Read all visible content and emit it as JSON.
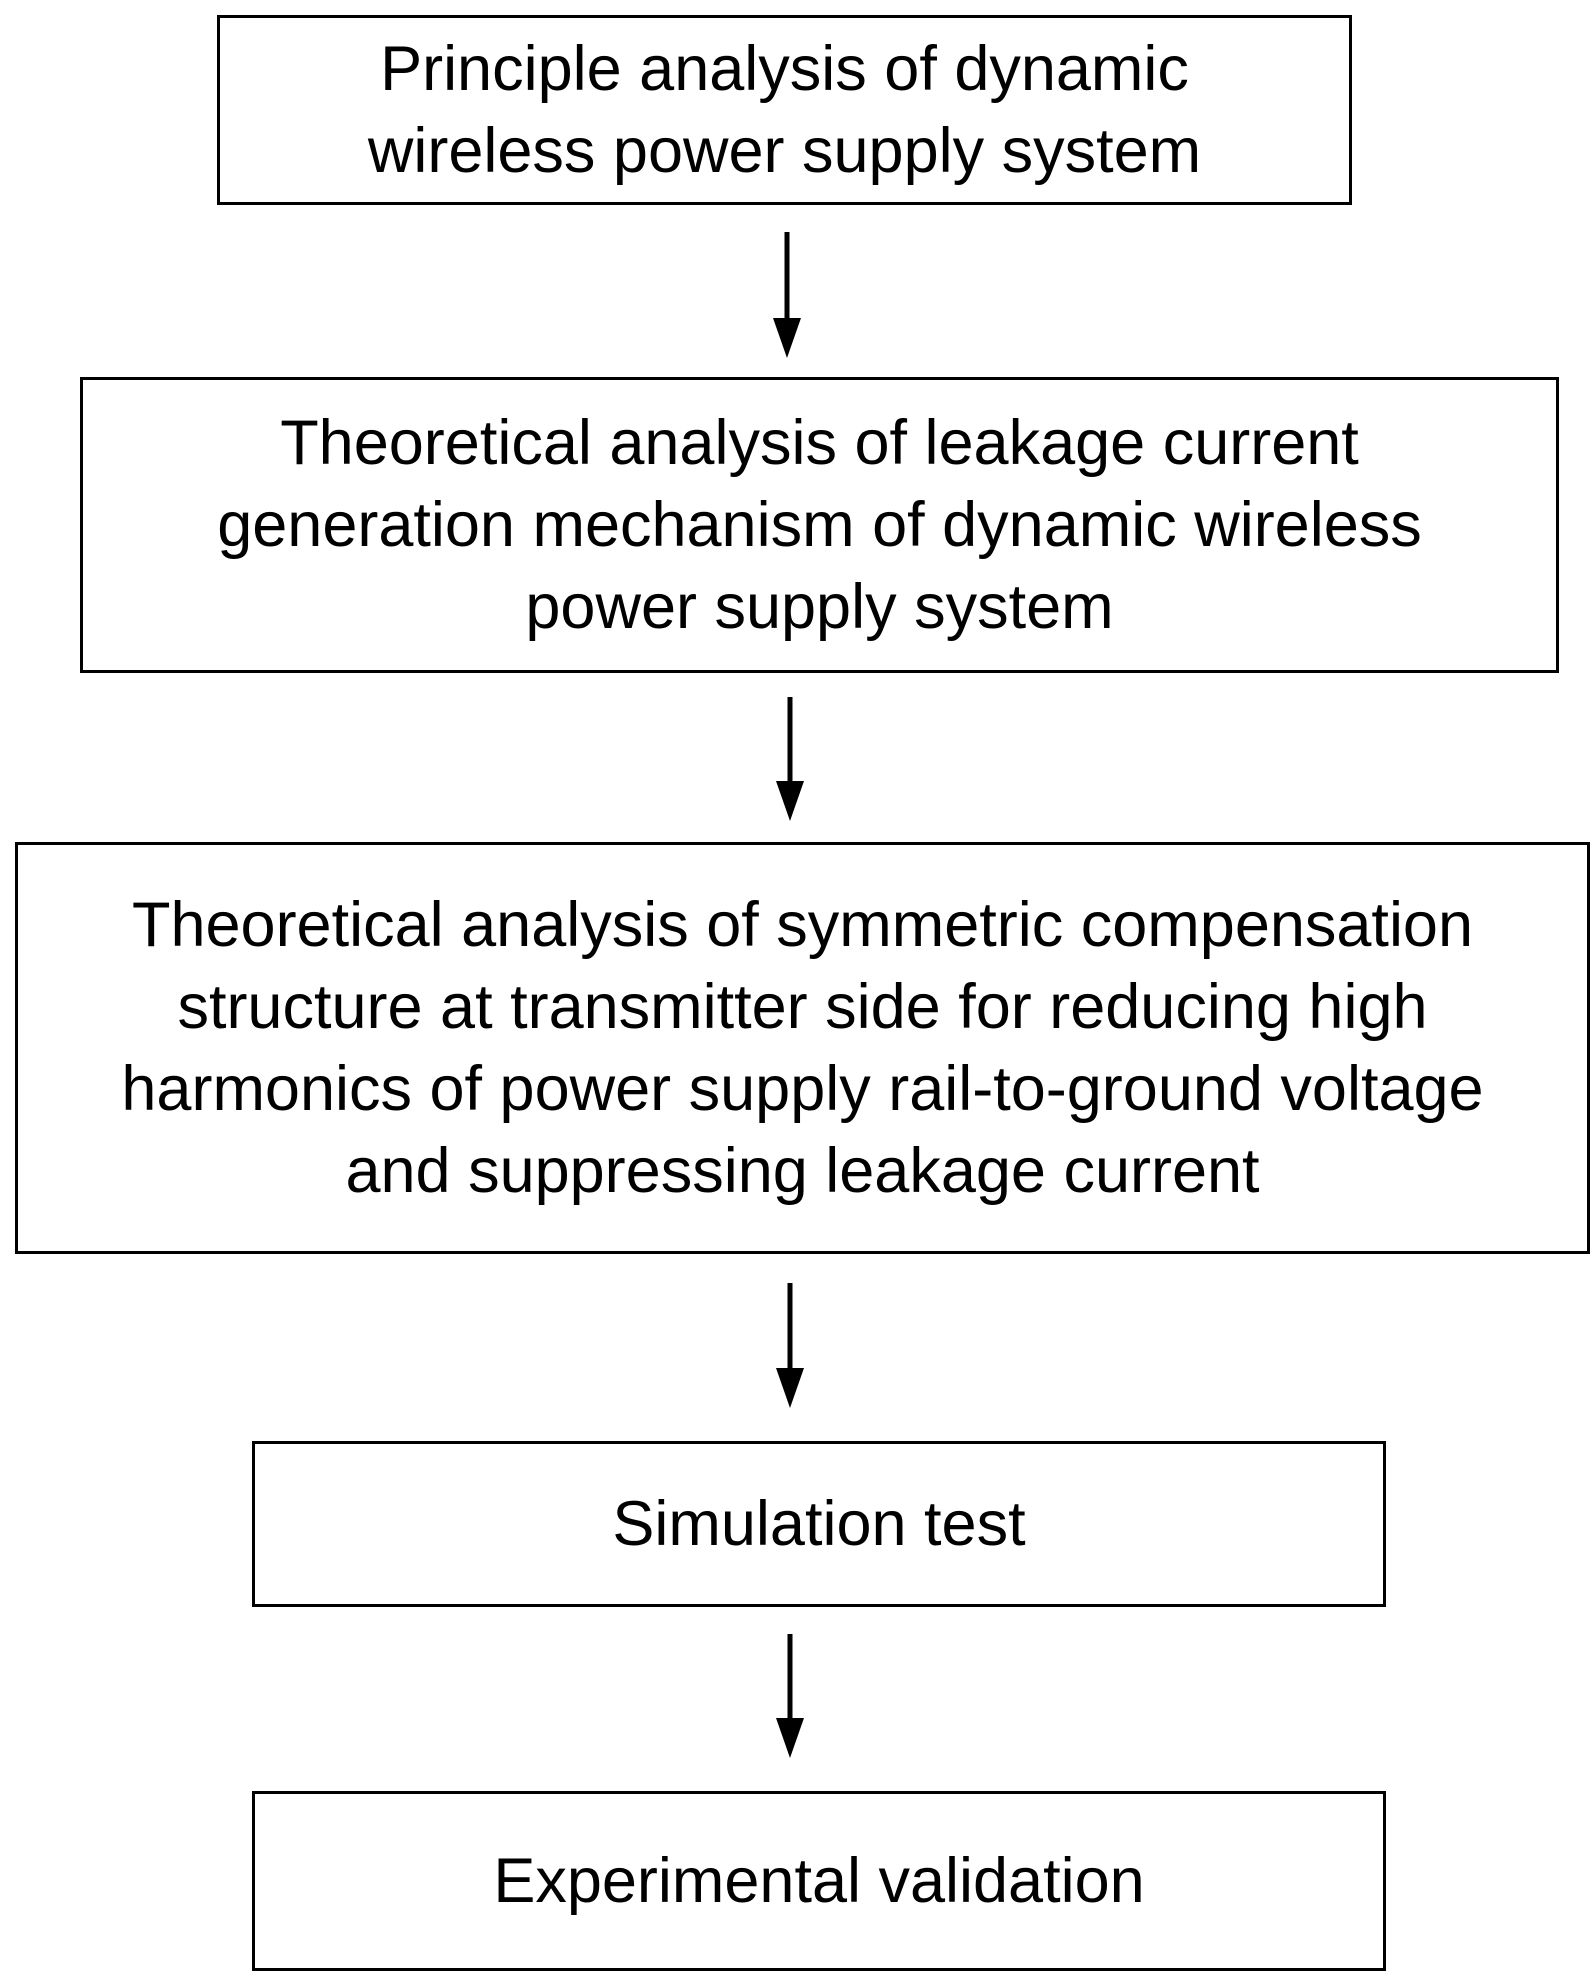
{
  "flowchart": {
    "steps": [
      {
        "lines": [
          "Principle analysis of dynamic",
          "wireless power supply system"
        ]
      },
      {
        "lines": [
          "Theoretical analysis of leakage current",
          "generation mechanism of dynamic wireless",
          "power supply system"
        ]
      },
      {
        "lines": [
          "Theoretical analysis of symmetric compensation",
          "structure at transmitter side for reducing high",
          "harmonics of power supply rail-to-ground voltage",
          "and suppressing leakage current"
        ]
      },
      {
        "lines": [
          "Simulation test"
        ]
      },
      {
        "lines": [
          "Experimental validation"
        ]
      }
    ]
  },
  "colors": {
    "stroke": "#000000",
    "background": "#ffffff"
  }
}
